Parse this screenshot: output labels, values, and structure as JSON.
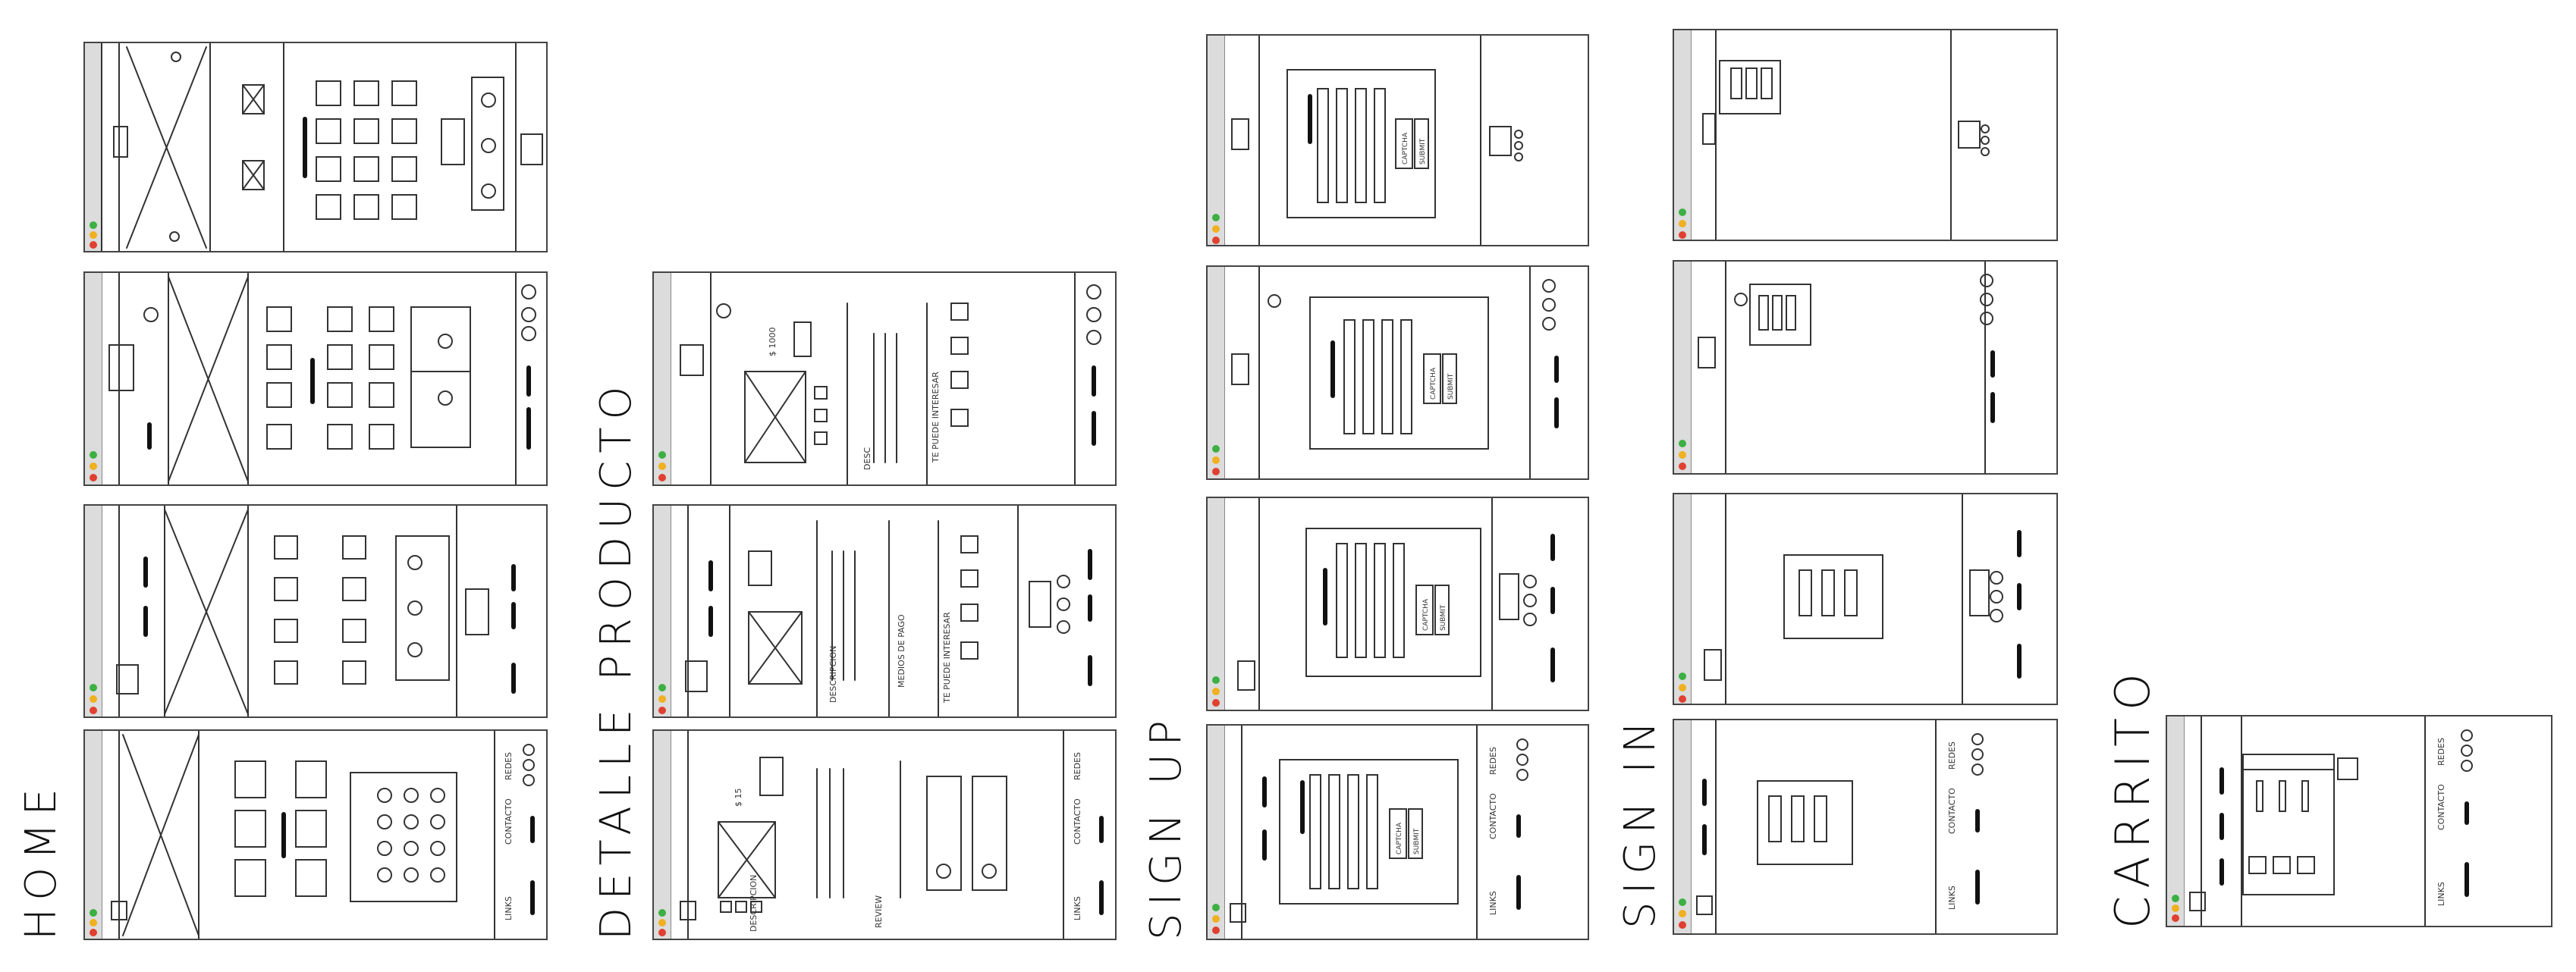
{
  "sections": [
    {
      "id": "home",
      "label": "HOME"
    },
    {
      "id": "detalle",
      "label": "DETALLE PRODUCTO"
    },
    {
      "id": "signup",
      "label": "SIGN UP"
    },
    {
      "id": "signin",
      "label": "SIGN IN"
    },
    {
      "id": "carrito",
      "label": "CARRITO"
    }
  ],
  "annotations": {
    "price": "$ 1000",
    "price_short": "$ 15",
    "desc": "DESC",
    "descripcion": "DESCRIPCION",
    "te_puede_interesar": "TE PUEDE INTERESAR",
    "medios_de_pago": "MEDIOS DE PAGO",
    "review": "REVIEW",
    "captcha": "CAPTCHA",
    "submit": "SUBMIT",
    "redes": "REDES",
    "contacto": "CONTACTO",
    "links": "LINKS"
  }
}
